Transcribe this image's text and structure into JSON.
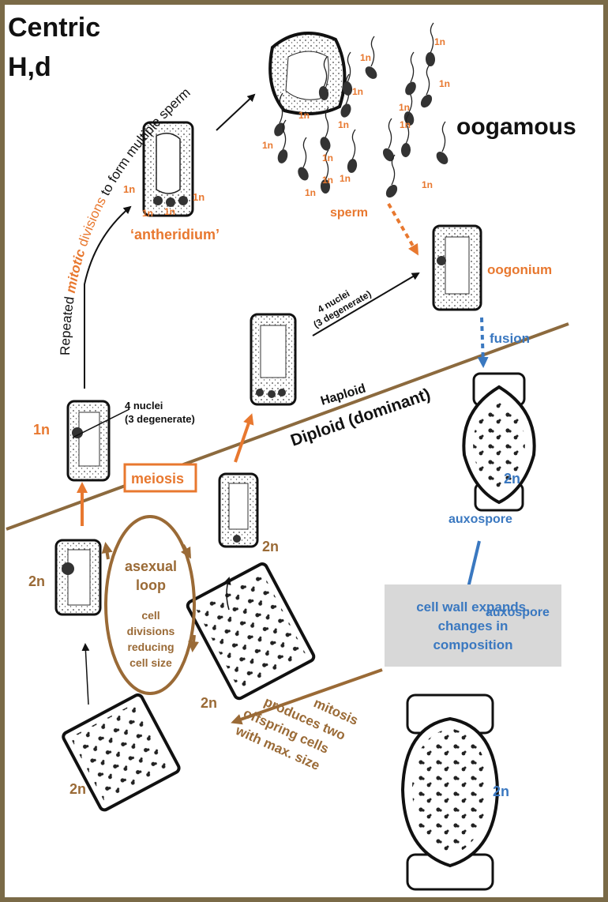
{
  "title": {
    "line1": "Centric",
    "line2": "H,d"
  },
  "labels": {
    "oogamous": "oogamous",
    "sperm": "sperm",
    "antheridium": "‘antheridium’",
    "oogonium": "oogonium",
    "fusion": "fusion",
    "haploid": "Haploid",
    "diploid": "Diploid (dominant)",
    "meiosis": "meiosis",
    "auxospore_top": "auxospore",
    "auxospore_bottom": "auxospore",
    "four_nuclei_left_1": "4 nuclei",
    "four_nuclei_left_2": "(3 degenerate)",
    "four_nuclei_mid_1": "4 nuclei",
    "four_nuclei_mid_2": "(3 degenerate)",
    "mitotic_pre": "Repeated ",
    "mitotic_word": "mitotic",
    "mitotic_post1": " divisions",
    "mitotic_post2": " to form multiple sperm",
    "asexual_1": "asexual",
    "asexual_2": "loop",
    "cell_div_1": "cell",
    "cell_div_2": "divisions",
    "cell_div_3": "reducing",
    "cell_div_4": "cell size",
    "wall_1": "cell wall expands,",
    "wall_2": "changes in",
    "wall_3": "composition",
    "mitosis_1": "mitosis",
    "mitosis_2": "produces two",
    "mitosis_3": "offspring cells",
    "mitosis_4": "with max. size"
  },
  "ploidy": {
    "n": "1n",
    "d": "2n"
  },
  "colors": {
    "haploid": "#e8782f",
    "diploid": "#3a78c0",
    "asexual": "#9a6a36",
    "border": "#7a6a47",
    "box": "#d8d8d8"
  }
}
